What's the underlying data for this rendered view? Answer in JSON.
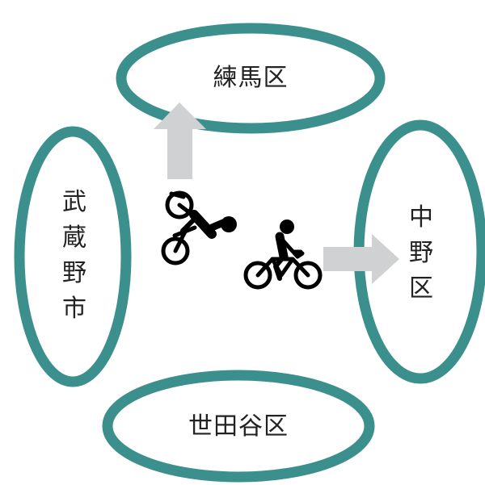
{
  "regions": {
    "north": "練馬区",
    "west": "武蔵野市",
    "east": "中野区",
    "south": "世田谷区"
  },
  "colors": {
    "ring": "#3b8f8c",
    "arrow": "#cfd1d2",
    "cyclist": "#000000"
  },
  "icons": {
    "cyclist_falling": "cyclist-falling-icon",
    "cyclist_riding": "cyclist-riding-icon",
    "arrow_up": "arrow-up-icon",
    "arrow_right": "arrow-right-icon"
  }
}
